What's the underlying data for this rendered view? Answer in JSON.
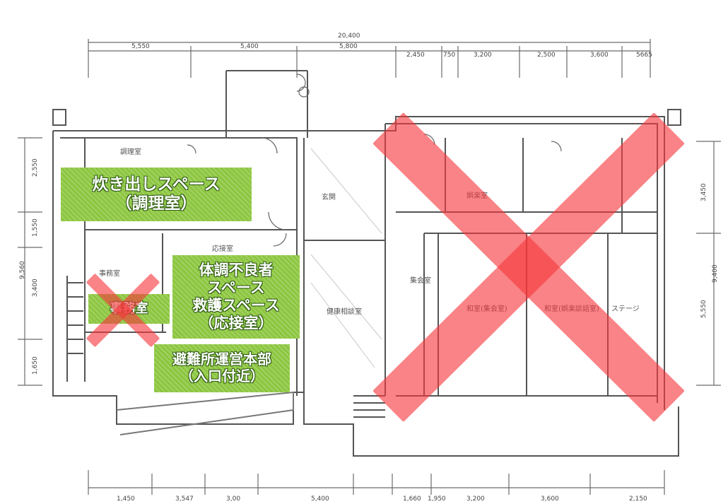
{
  "floor_plan": {
    "dims_top": [
      "20,400",
      "5,550",
      "5,400",
      "5,800",
      "2,450",
      "750",
      "3,200",
      "2,500",
      "3,600",
      "5665"
    ],
    "dims_bottom": [
      "1,450",
      "3,547",
      "3,00",
      "5,400",
      "1,660",
      "1,950",
      "3,200",
      "3,600",
      "2,150"
    ],
    "dims_left": [
      "2,550",
      "1,550",
      "9,560",
      "3,400",
      "1,650"
    ],
    "dims_right": [
      "3,450",
      "9,400",
      "5,550"
    ],
    "rooms": [
      "調理室",
      "事務室",
      "応接室",
      "玄関",
      "健康相談室",
      "集会室",
      "娯楽室",
      "和室(集会室)",
      "和室(娯楽談話室)",
      "ステージ"
    ]
  },
  "labels": {
    "kitchen": "炊き出しスペース\n（調理室）",
    "office": "事務室",
    "sick_space": "体調不良者\nスペース\n救護スペース\n（応接室）",
    "hq": "避難所運営本部\n（入口付近）"
  },
  "colors": {
    "label_bg": "#8cc63f",
    "cross": "#f5373c"
  }
}
